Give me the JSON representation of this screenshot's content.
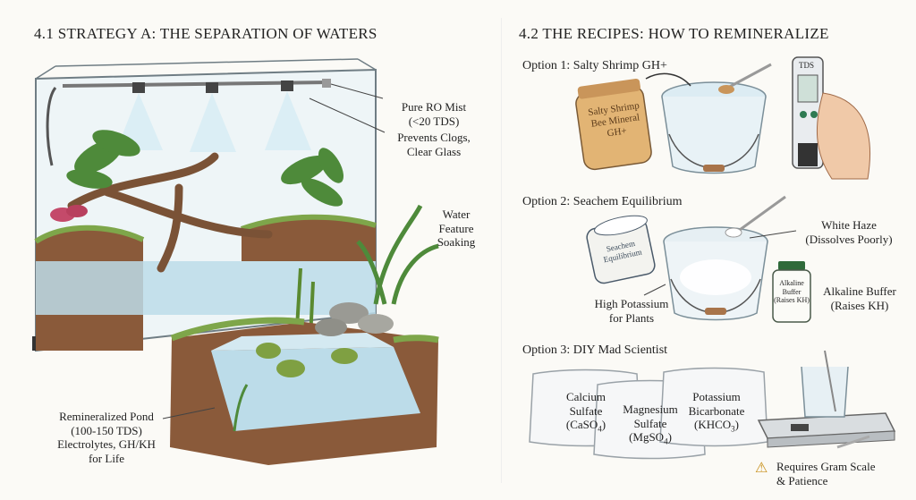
{
  "left": {
    "title": "4.1  STRATEGY A: THE SEPARATION OF WATERS",
    "labels": {
      "mist_title": "Pure RO Mist",
      "mist_tds": "(<20 TDS)",
      "clogs_1": "Prevents Clogs,",
      "clogs_2": "Clear Glass",
      "water_1": "Water",
      "water_2": "Feature",
      "water_3": "Soaking",
      "pond_1": "Remineralized Pond",
      "pond_2": "(100-150 TDS)",
      "pond_3": "Electrolytes, GH/KH",
      "pond_4": "for Life"
    }
  },
  "right": {
    "title": "4.2  THE RECIPES: HOW TO REMINERALIZE",
    "option1": {
      "heading": "Option 1: Salty Shrimp GH+",
      "jar_1": "Salty Shrimp",
      "jar_2": "Bee Mineral",
      "jar_3": "GH+",
      "meter": "TDS"
    },
    "option2": {
      "heading": "Option 2: Seachem Equilibrium",
      "jar_1": "Seachem",
      "jar_2": "Equilibrium",
      "haze_1": "White Haze",
      "haze_2": "(Dissolves Poorly)",
      "potassium_1": "High Potassium",
      "potassium_2": "for Plants",
      "bottle_1": "Alkaline",
      "bottle_2": "Buffer",
      "bottle_3": "(Raises KH)",
      "buffer_1": "Alkaline Buffer",
      "buffer_2": "(Raises KH)"
    },
    "option3": {
      "heading": "Option 3: DIY Mad Scientist",
      "bag1_1": "Calcium",
      "bag1_2": "Sulfate",
      "bag1_3": "(CaSO",
      "bag1_sub": "4",
      "bag1_end": ")",
      "bag2_1": "Magnesium",
      "bag2_2": "Sulfate",
      "bag2_3": "(MgSO",
      "bag2_sub": "4",
      "bag2_end": ")",
      "bag3_1": "Potassium",
      "bag3_2": "Bicarbonate",
      "bag3_3": "(KHCO",
      "bag3_sub": "3",
      "bag3_end": ")",
      "warning_1": "Requires Gram Scale",
      "warning_2": "& Patience",
      "warning_icon": "⚠"
    }
  },
  "colors": {
    "water": "#bcdce9",
    "soil": "#8a5a3a",
    "moss": "#7ea64a",
    "leaf": "#4e8a3a",
    "wood": "#7a5236",
    "glass": "#9fb6c2",
    "warning": "#e8b32a"
  }
}
